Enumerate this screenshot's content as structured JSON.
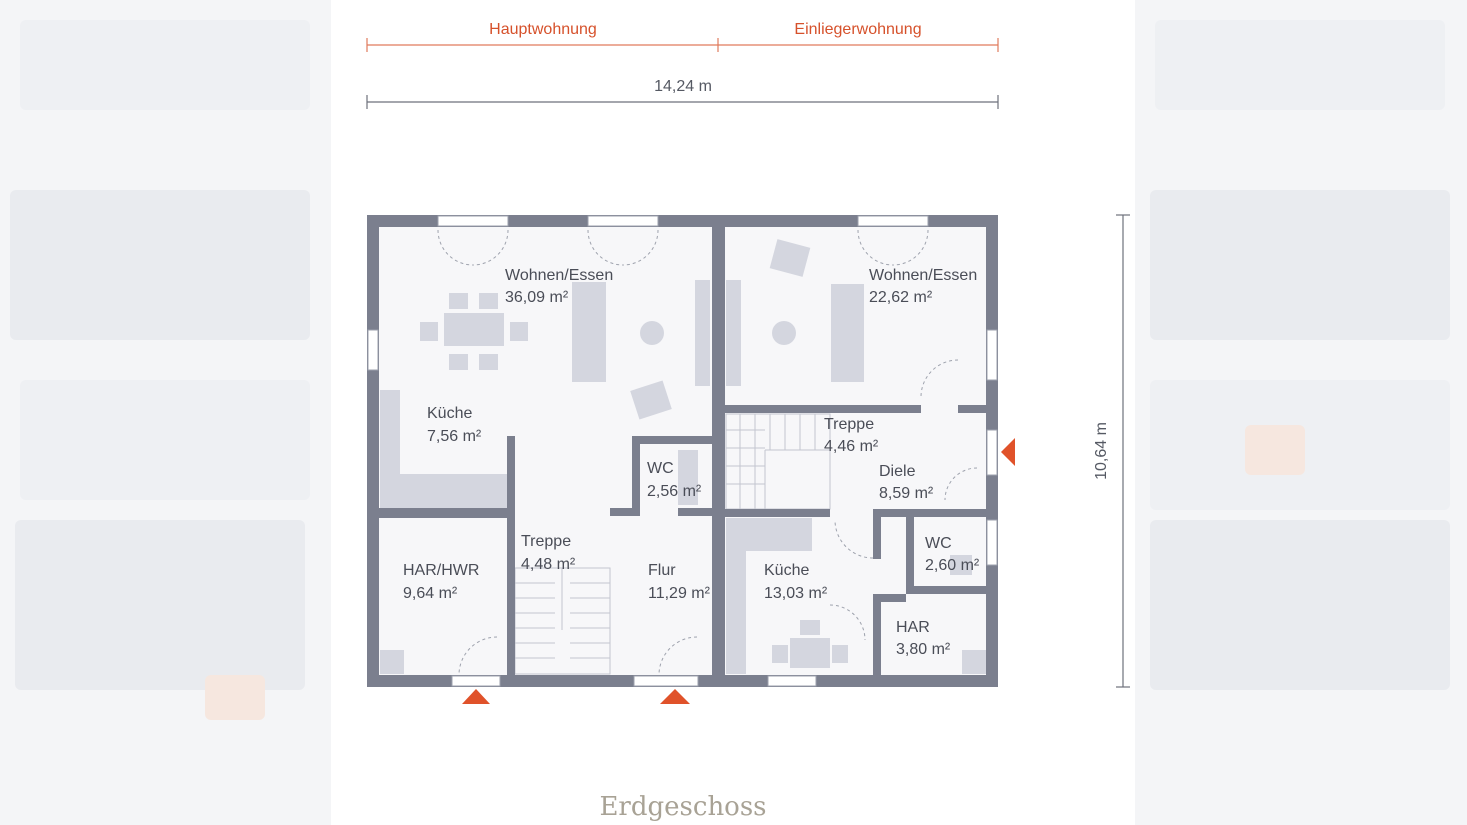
{
  "colors": {
    "wall": "#7b7f8e",
    "floor": "#f7f7f9",
    "furniture": "#d2d4dd",
    "accent": "#e0522a",
    "dimension_line": "#6d717c",
    "caption": "#a8a295"
  },
  "sections": {
    "main": "Hauptwohnung",
    "granny_flat": "Einliegerwohnung"
  },
  "dimensions": {
    "width": "14,24 m",
    "depth": "10,64 m"
  },
  "rooms": {
    "main_living": {
      "name": "Wohnen/Essen",
      "area": "36,09 m²"
    },
    "main_kitchen": {
      "name": "Küche",
      "area": "7,56 m²"
    },
    "main_wc": {
      "name": "WC",
      "area": "2,56 m²"
    },
    "main_har": {
      "name": "HAR/HWR",
      "area": "9,64 m²"
    },
    "main_stairs": {
      "name": "Treppe",
      "area": "4,48 m²"
    },
    "main_hall": {
      "name": "Flur",
      "area": "11,29 m²"
    },
    "flat_living": {
      "name": "Wohnen/Essen",
      "area": "22,62 m²"
    },
    "flat_stairs": {
      "name": "Treppe",
      "area": "4,46 m²"
    },
    "flat_hall": {
      "name": "Diele",
      "area": "8,59 m²"
    },
    "flat_kitchen": {
      "name": "Küche",
      "area": "13,03 m²"
    },
    "flat_wc": {
      "name": "WC",
      "area": "2,60 m²"
    },
    "flat_har": {
      "name": "HAR",
      "area": "3,80 m²"
    }
  },
  "caption": "Erdgeschoss"
}
